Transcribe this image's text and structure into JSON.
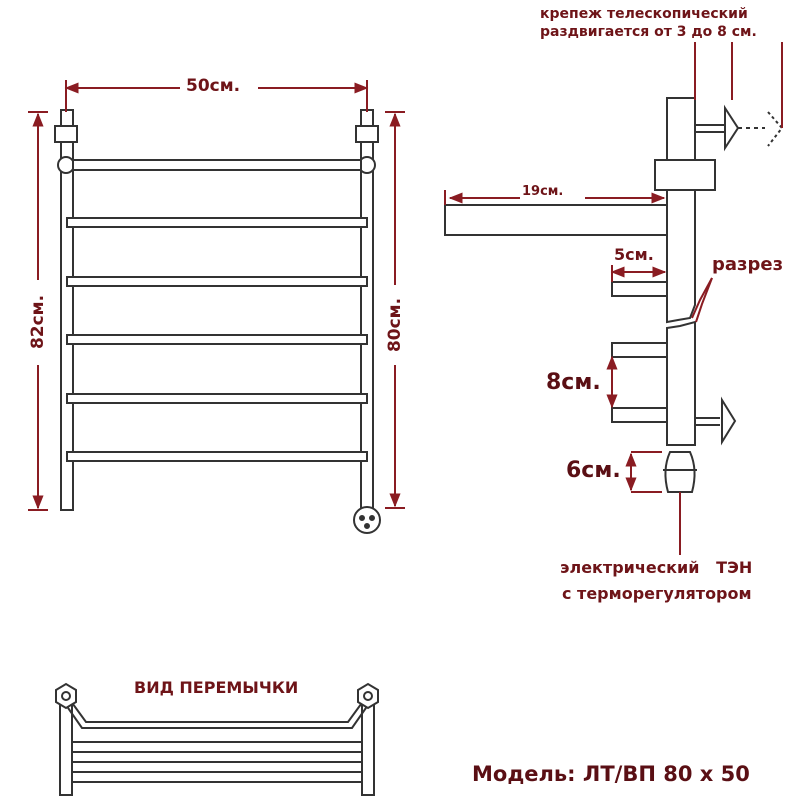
{
  "dimensions": {
    "width_total": "50см.",
    "height_total": "82см.",
    "height_inner": "80см.",
    "side_depth": "19см.",
    "side_5": "5см.",
    "side_8": "8см.",
    "side_6": "6см."
  },
  "labels": {
    "mount_line1": "крепеж телескопический",
    "mount_line2": "раздвигается от 3 до 8 см.",
    "section": "разрез",
    "heater_line1": "электрический   ТЭН",
    "heater_line2": "с терморегулятором",
    "jumper_view": "ВИД ПЕРЕМЫЧКИ",
    "model": "Модель: ЛТ/ВП 80 х 50"
  },
  "colors": {
    "dimension": "#8a1c22",
    "text": "#6e1418",
    "outline": "#333333"
  }
}
